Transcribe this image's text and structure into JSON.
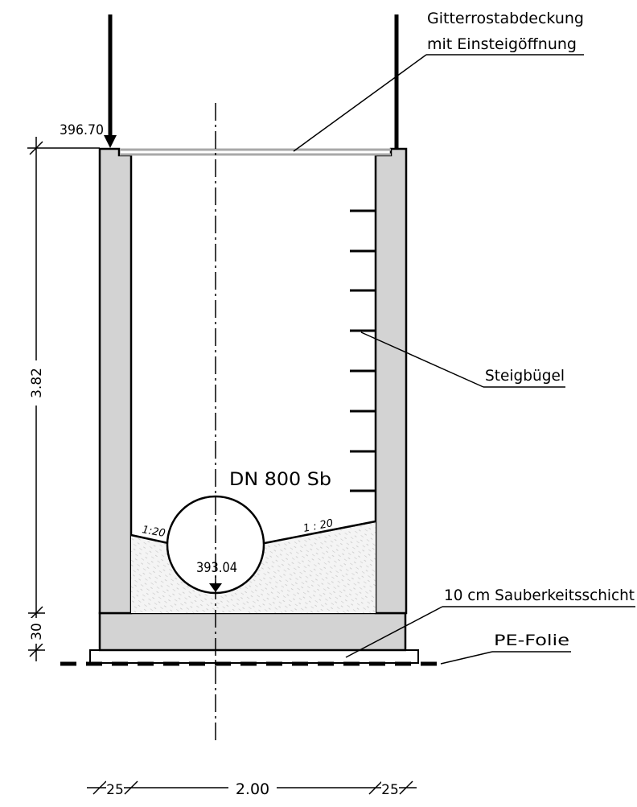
{
  "labels": {
    "grating_line1": "Gitterrostabdeckung",
    "grating_line2": "mit Einsteigöffnung",
    "steps": "Steigbügel",
    "blinding": "10 cm Sauberkeitsschicht",
    "pe_foil": "PE-Folie",
    "pipe": "DN 800 Sb",
    "slope_left": "1:20",
    "slope_right": "1 : 20"
  },
  "levels": {
    "top": "396.70",
    "invert": "393.04"
  },
  "dimensions": {
    "height": "3.82",
    "base": "30",
    "wall_left": "25",
    "inner_width": "2.00",
    "wall_right": "25"
  }
}
